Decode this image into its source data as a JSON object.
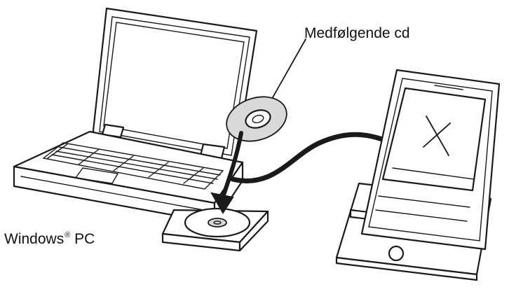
{
  "labels": {
    "cd": "Medfølgende cd",
    "pc_name": "Windows",
    "pc_reg": "®",
    "pc_suffix": " PC"
  },
  "icons": [
    "laptop-icon",
    "cd-disc-icon",
    "arrow-icon",
    "handheld-device-icon",
    "cradle-icon",
    "cable-icon"
  ]
}
